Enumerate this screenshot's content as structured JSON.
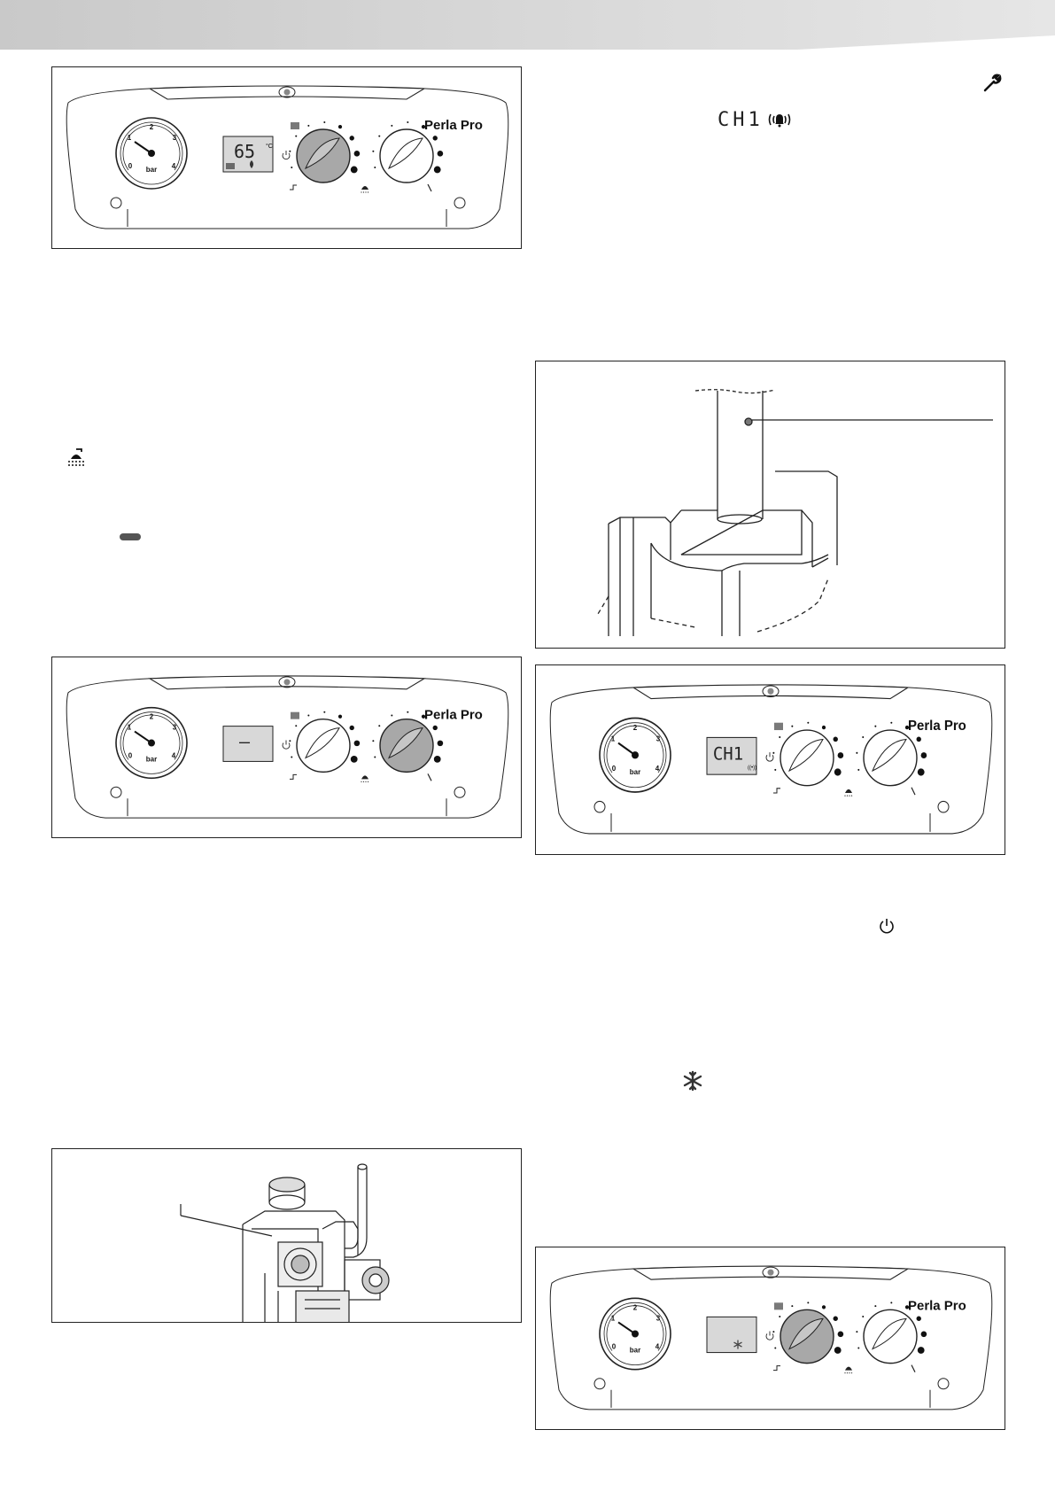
{
  "panels": [
    {
      "id": "panel-1",
      "brand": "Perla Pro",
      "lcd_text": "65",
      "lcd_unit": "°C",
      "active_knob": "left",
      "show_flame": true,
      "show_radiator": true
    },
    {
      "id": "panel-2",
      "brand": "Perla Pro",
      "lcd_text": "–",
      "lcd_unit": "",
      "active_knob": "right",
      "show_flame": false,
      "show_radiator": false
    },
    {
      "id": "panel-3",
      "brand": "Perla Pro",
      "lcd_text": "CH1",
      "lcd_unit": "",
      "active_knob": "none",
      "show_flame": false,
      "show_radiator": false
    },
    {
      "id": "panel-4",
      "brand": "Perla Pro",
      "lcd_text": "",
      "lcd_unit": "",
      "active_knob": "left",
      "show_flame": false,
      "show_radiator": false,
      "show_snowflake": true
    }
  ],
  "gauge": {
    "unit": "bar",
    "ticks": [
      "0",
      "1",
      "2",
      "3",
      "4"
    ]
  },
  "inline_text": {
    "error_code": "CH1"
  },
  "icons": [
    "wrench-icon",
    "bell-icon",
    "shower-icon",
    "minus-bar-icon",
    "power-icon",
    "snowflake-icon",
    "radiator-icon",
    "tap-icon"
  ]
}
